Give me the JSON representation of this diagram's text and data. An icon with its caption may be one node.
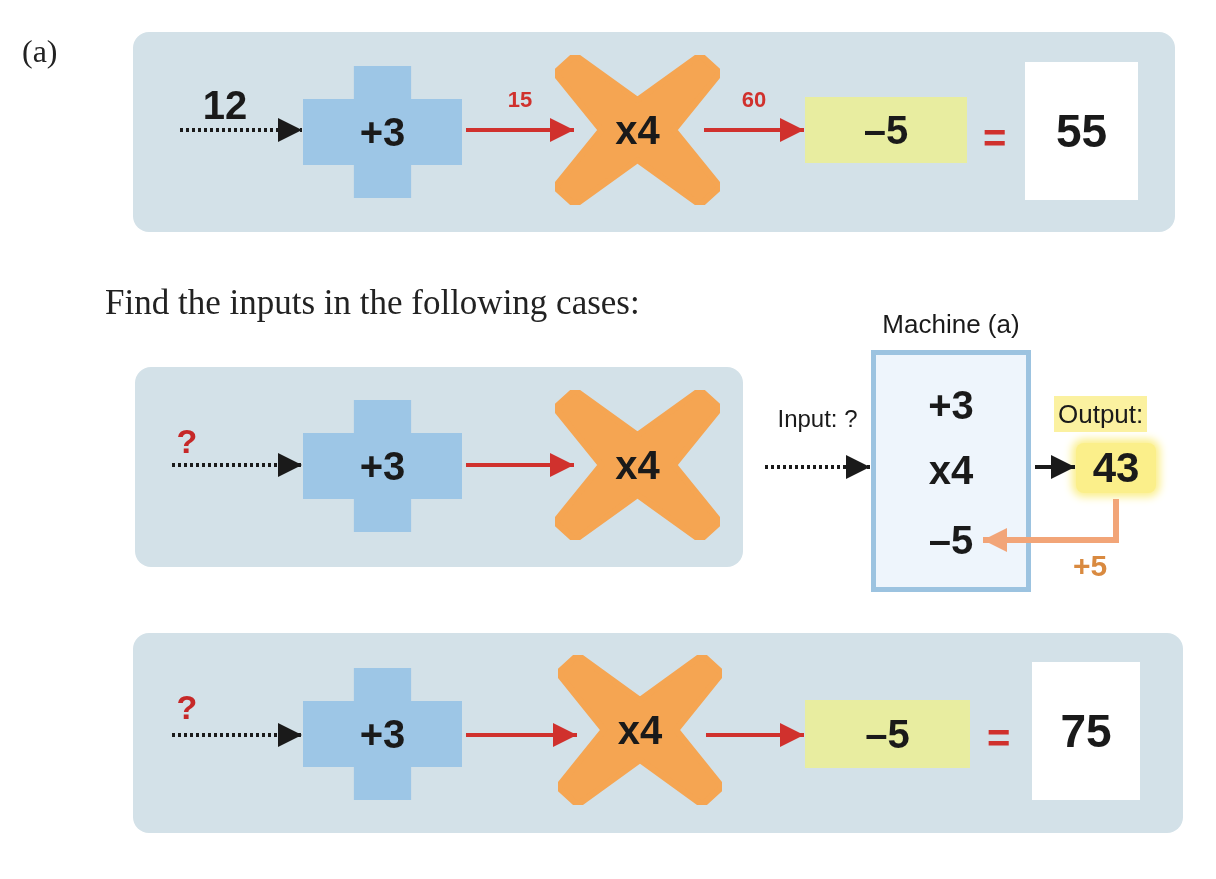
{
  "diagram": {
    "nodes": [
      {
        "text": [],
        "shape": "box"
      },
      {
        "text": [
          "12"
        ],
        "in": 0
      },
      {
        "text": [
          "+3"
        ],
        "in": 0
      },
      {
        "text": [
          "x4"
        ],
        "in": 0
      },
      {
        "text": [
          "–5"
        ],
        "in": 0
      },
      {
        "text": [
          "55"
        ],
        "in": 0
      },
      {
        "text": [],
        "shape": "box"
      },
      {
        "text": [
          "?"
        ],
        "in": 6
      },
      {
        "text": [
          "+3"
        ],
        "in": 6
      },
      {
        "text": [
          "x4"
        ],
        "in": 6
      },
      {
        "text": [
          "Machine (a)",
          "+3",
          "x4",
          "–5"
        ]
      },
      {
        "text": [
          "43"
        ],
        "beside": [
          "Output:"
        ]
      },
      {
        "text": [],
        "shape": "box"
      },
      {
        "text": [
          "?"
        ],
        "in": 12
      },
      {
        "text": [
          "+3"
        ],
        "in": 12
      },
      {
        "text": [
          "x4"
        ],
        "in": 12
      },
      {
        "text": [
          "–5"
        ],
        "in": 12
      },
      {
        "text": [
          "75"
        ],
        "in": 12
      }
    ],
    "edges": [
      {
        "from": 1,
        "to": 2,
        "arrow": "to",
        "style": "dashed"
      },
      {
        "from": 2,
        "to": 3,
        "arrow": "to",
        "label": "15",
        "color": "#d0312d"
      },
      {
        "from": 3,
        "to": 4,
        "arrow": "to",
        "label": "60",
        "color": "#d0312d"
      },
      {
        "from": 7,
        "to": 8,
        "arrow": "to",
        "style": "dashed"
      },
      {
        "from": 8,
        "to": 9,
        "arrow": "to",
        "color": "#d0312d"
      },
      {
        "from": null,
        "to": 10,
        "arrow": "to",
        "label": "Input: ?",
        "style": "dashed"
      },
      {
        "from": 10,
        "to": 11,
        "arrow": "to"
      },
      {
        "from": 11,
        "to": 10,
        "arrow": "to",
        "label": "+5",
        "color": "#f2a578"
      },
      {
        "from": 13,
        "to": 14,
        "arrow": "to",
        "style": "dashed"
      },
      {
        "from": 14,
        "to": 15,
        "arrow": "to",
        "color": "#d0312d"
      },
      {
        "from": 15,
        "to": 16,
        "arrow": "to",
        "color": "#d0312d"
      }
    ],
    "labels": [
      "(a)",
      "=",
      "Find the inputs in the following cases:",
      "="
    ]
  }
}
